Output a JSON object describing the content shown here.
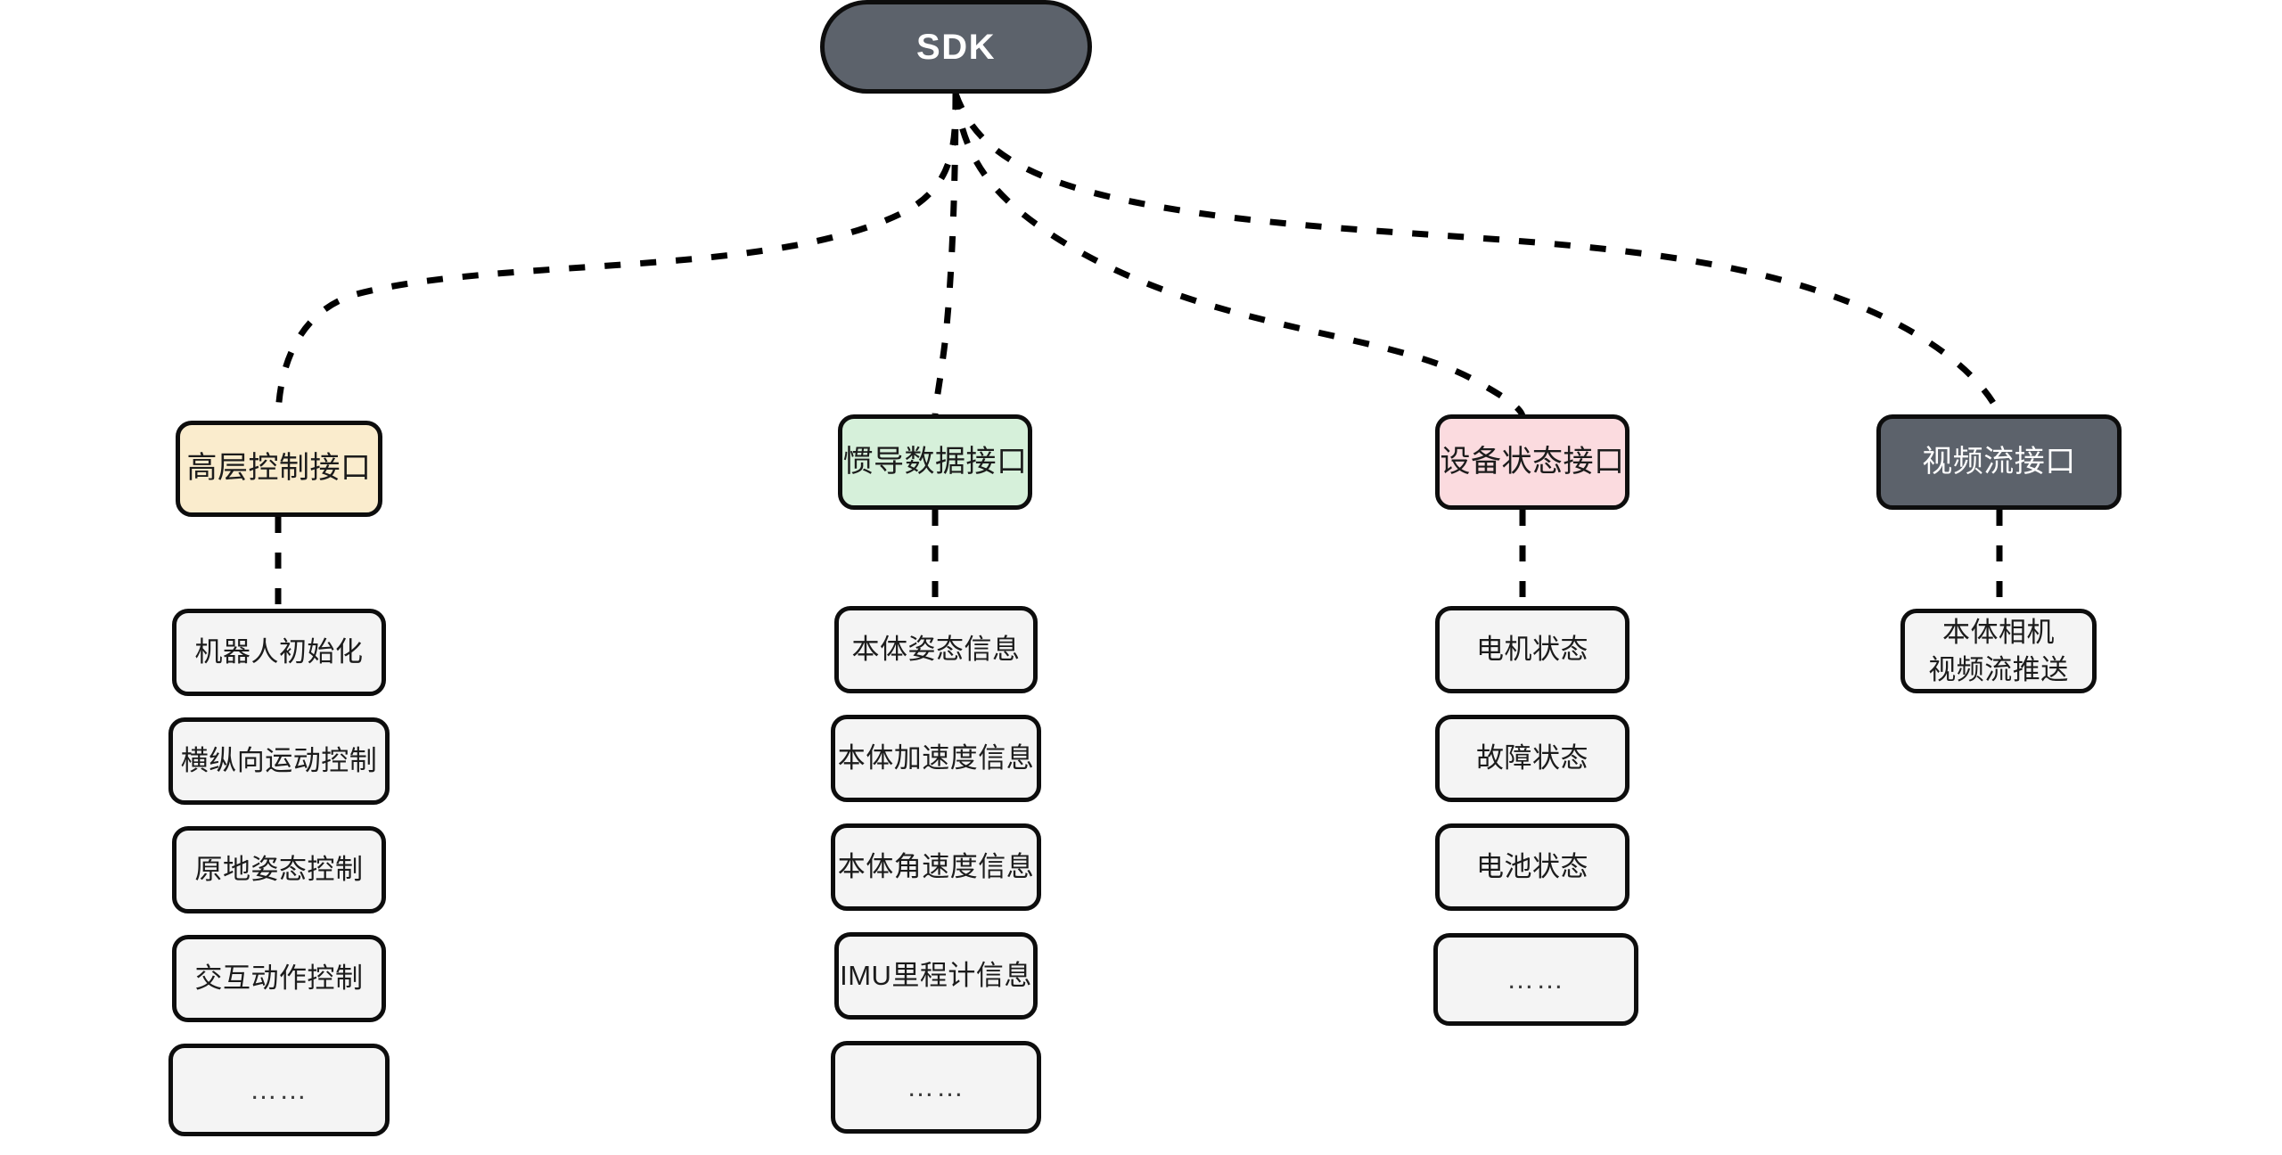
{
  "diagram": {
    "type": "tree",
    "orientation": "top-down",
    "background": "#ffffff",
    "edge_style": "dashed",
    "edge_color": "#000000",
    "root": {
      "label": "SDK",
      "fill": "#5c626b",
      "text_color": "#ffffff",
      "shape": "stadium"
    },
    "categories": [
      {
        "id": "high-level-control",
        "label": "高层控制接口",
        "fill": "#faeccd",
        "text_color": "#1c1c1c",
        "children": [
          {
            "label": "机器人初始化"
          },
          {
            "label": "横纵向运动控制"
          },
          {
            "label": "原地姿态控制"
          },
          {
            "label": "交互动作控制"
          },
          {
            "label": "……"
          }
        ]
      },
      {
        "id": "inertial-navigation-data",
        "label": "惯导数据接口",
        "fill": "#d6f0da",
        "text_color": "#1c1c1c",
        "children": [
          {
            "label": "本体姿态信息"
          },
          {
            "label": "本体加速度信息"
          },
          {
            "label": "本体角速度信息"
          },
          {
            "label": "IMU里程计信息"
          },
          {
            "label": "……"
          }
        ]
      },
      {
        "id": "device-status",
        "label": "设备状态接口",
        "fill": "#fbdbdf",
        "text_color": "#1c1c1c",
        "children": [
          {
            "label": "电机状态"
          },
          {
            "label": "故障状态"
          },
          {
            "label": "电池状态"
          },
          {
            "label": "……"
          }
        ]
      },
      {
        "id": "video-stream",
        "label": "视频流接口",
        "fill": "#5c626b",
        "text_color": "#ffffff",
        "children": [
          {
            "line1": "本体相机",
            "line2": "视频流推送"
          }
        ]
      }
    ]
  }
}
